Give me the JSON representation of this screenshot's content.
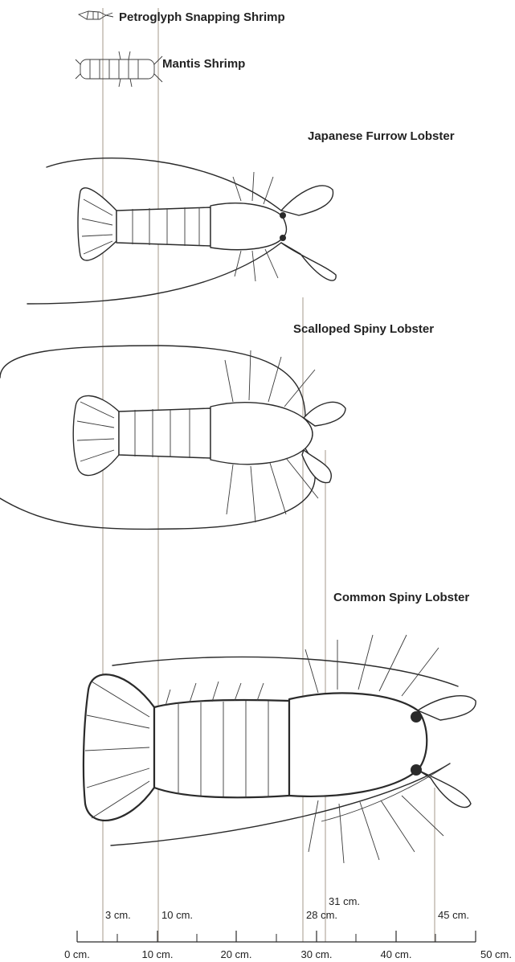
{
  "title": "",
  "animals": [
    {
      "name": "Petroglyph Snapping Shrimp"
    },
    {
      "name": "Mantis Shrimp"
    },
    {
      "name": "Japanese Furrow Lobster"
    },
    {
      "name": "Scalloped Spiny Lobster"
    },
    {
      "name": "Common Spiny Lobster"
    }
  ],
  "markers": [
    "3 cm.",
    "10 cm.",
    "28 cm.",
    "31 cm.",
    "45 cm."
  ],
  "scale_ticks": [
    "0 cm.",
    "10 cm.",
    "20 cm.",
    "30 cm.",
    "40 cm.",
    "50 cm."
  ],
  "colors": {
    "ink": "#2a2a2a",
    "reference_line": "#b9b0a6"
  }
}
